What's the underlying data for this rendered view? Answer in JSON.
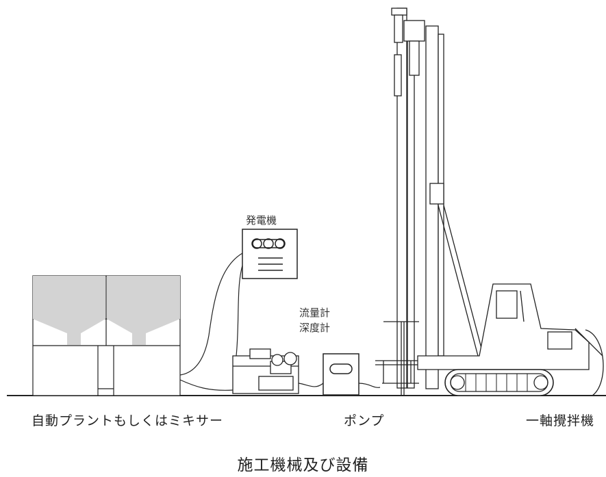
{
  "diagram": {
    "title": "施工機械及び設備",
    "labels": {
      "generator": "発電機",
      "flowmeter": "流量計",
      "depthmeter": "深度計",
      "plant": "自動プラントもしくはミキサー",
      "pump": "ポンプ",
      "machine": "一軸攪拌機"
    }
  },
  "colors": {
    "line": "#222222",
    "hopper_fill": "#d3d3d3",
    "background": "#ffffff"
  }
}
